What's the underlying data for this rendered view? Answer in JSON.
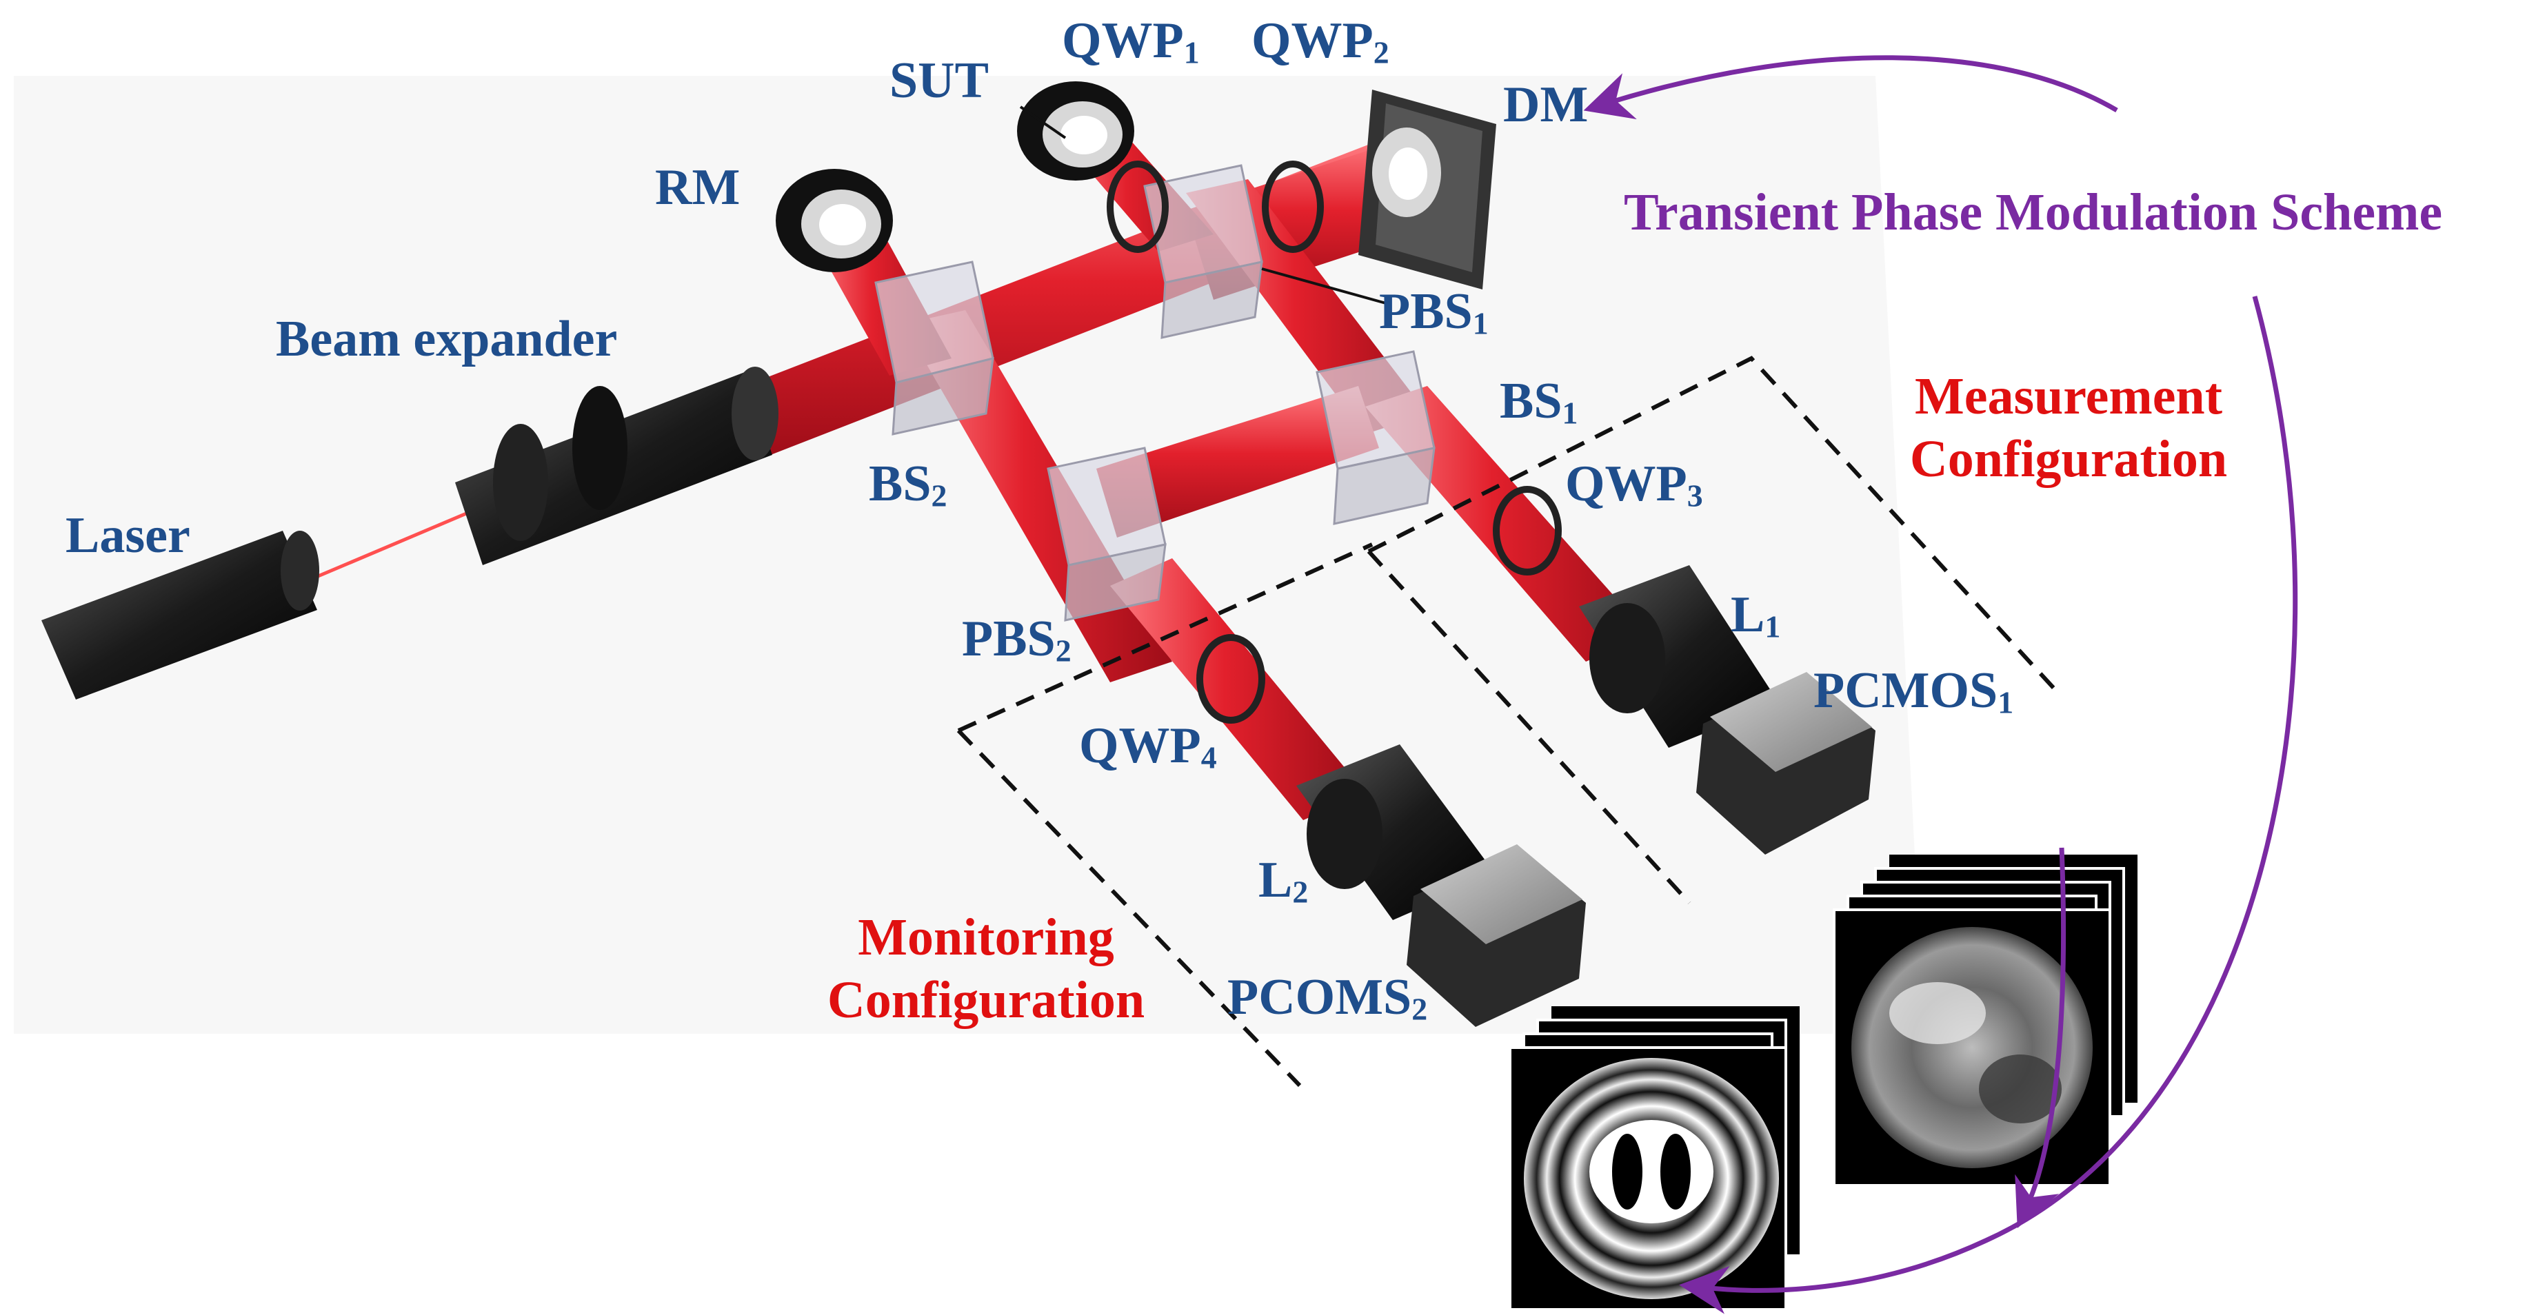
{
  "labels": {
    "sut": "SUT",
    "qwp1": {
      "base": "QWP",
      "sub": "1"
    },
    "qwp2": {
      "base": "QWP",
      "sub": "2"
    },
    "qwp3": {
      "base": "QWP",
      "sub": "3"
    },
    "qwp4": {
      "base": "QWP",
      "sub": "4"
    },
    "dm": "DM",
    "rm": "RM",
    "beam_expander": "Beam expander",
    "laser": "Laser",
    "pbs1": {
      "base": "PBS",
      "sub": "1"
    },
    "pbs2": {
      "base": "PBS",
      "sub": "2"
    },
    "bs1": {
      "base": "BS",
      "sub": "1"
    },
    "bs2": {
      "base": "BS",
      "sub": "2"
    },
    "l1": {
      "base": "L",
      "sub": "1"
    },
    "l2": {
      "base": "L",
      "sub": "2"
    },
    "pcmos1": {
      "base": "PCMOS",
      "sub": "1"
    },
    "pcoms2": {
      "base": "PCOMS",
      "sub": "2"
    }
  },
  "configurations": {
    "measurement_line1": "Measurement",
    "measurement_line2": "Configuration",
    "monitoring_line1": "Monitoring",
    "monitoring_line2": "Configuration"
  },
  "scheme": "Transient Phase Modulation Scheme",
  "colors": {
    "label_blue": "#1f4e8c",
    "config_red": "#e01010",
    "scheme_purple": "#7a2aa2",
    "beam_red": "#e0202a"
  }
}
